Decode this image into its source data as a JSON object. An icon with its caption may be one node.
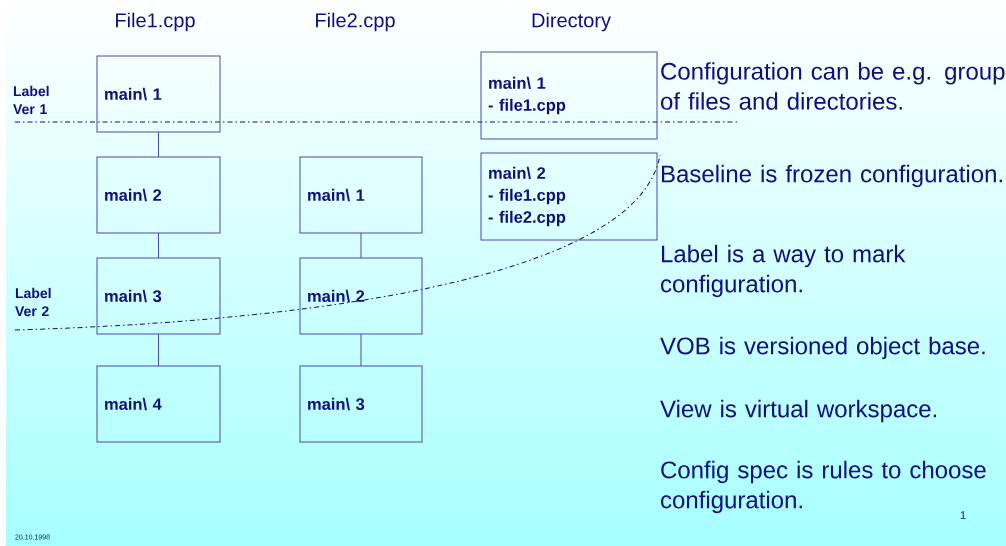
{
  "diagram": {
    "nodes": [
      {
        "text": [
          "main\\ 1"
        ]
      },
      {
        "text": [
          "main\\ 2"
        ]
      },
      {
        "text": [
          "main\\ 3"
        ]
      },
      {
        "text": [
          "main\\ 4"
        ]
      },
      {
        "text": [
          "main\\ 1"
        ]
      },
      {
        "text": [
          "main\\ 2"
        ]
      },
      {
        "text": [
          "main\\ 3"
        ]
      },
      {
        "text": [
          "main\\ 1",
          "- file1.cpp"
        ]
      },
      {
        "text": [
          "main\\ 2",
          "- file1.cpp",
          "- file2.cpp"
        ]
      }
    ],
    "edges": [
      {
        "from": 0,
        "to": 1,
        "arrow": "none"
      },
      {
        "from": 1,
        "to": 2,
        "arrow": "none"
      },
      {
        "from": 2,
        "to": 3,
        "arrow": "none"
      },
      {
        "from": 4,
        "to": 5,
        "arrow": "none"
      },
      {
        "from": 5,
        "to": 6,
        "arrow": "none"
      }
    ],
    "labels": [
      "File1.cpp",
      "File2.cpp",
      "Directory",
      "Label Ver 1",
      "Configuration can be e.g. group of files and directories.",
      "Baseline is frozen configuration.",
      "Label Ver 2",
      "Label is a way to mark configuration.",
      "VOB is versioned object base.",
      "View is virtual workspace.",
      "Config spec is rules to choose configuration.",
      "1",
      "20.10.1998"
    ]
  }
}
